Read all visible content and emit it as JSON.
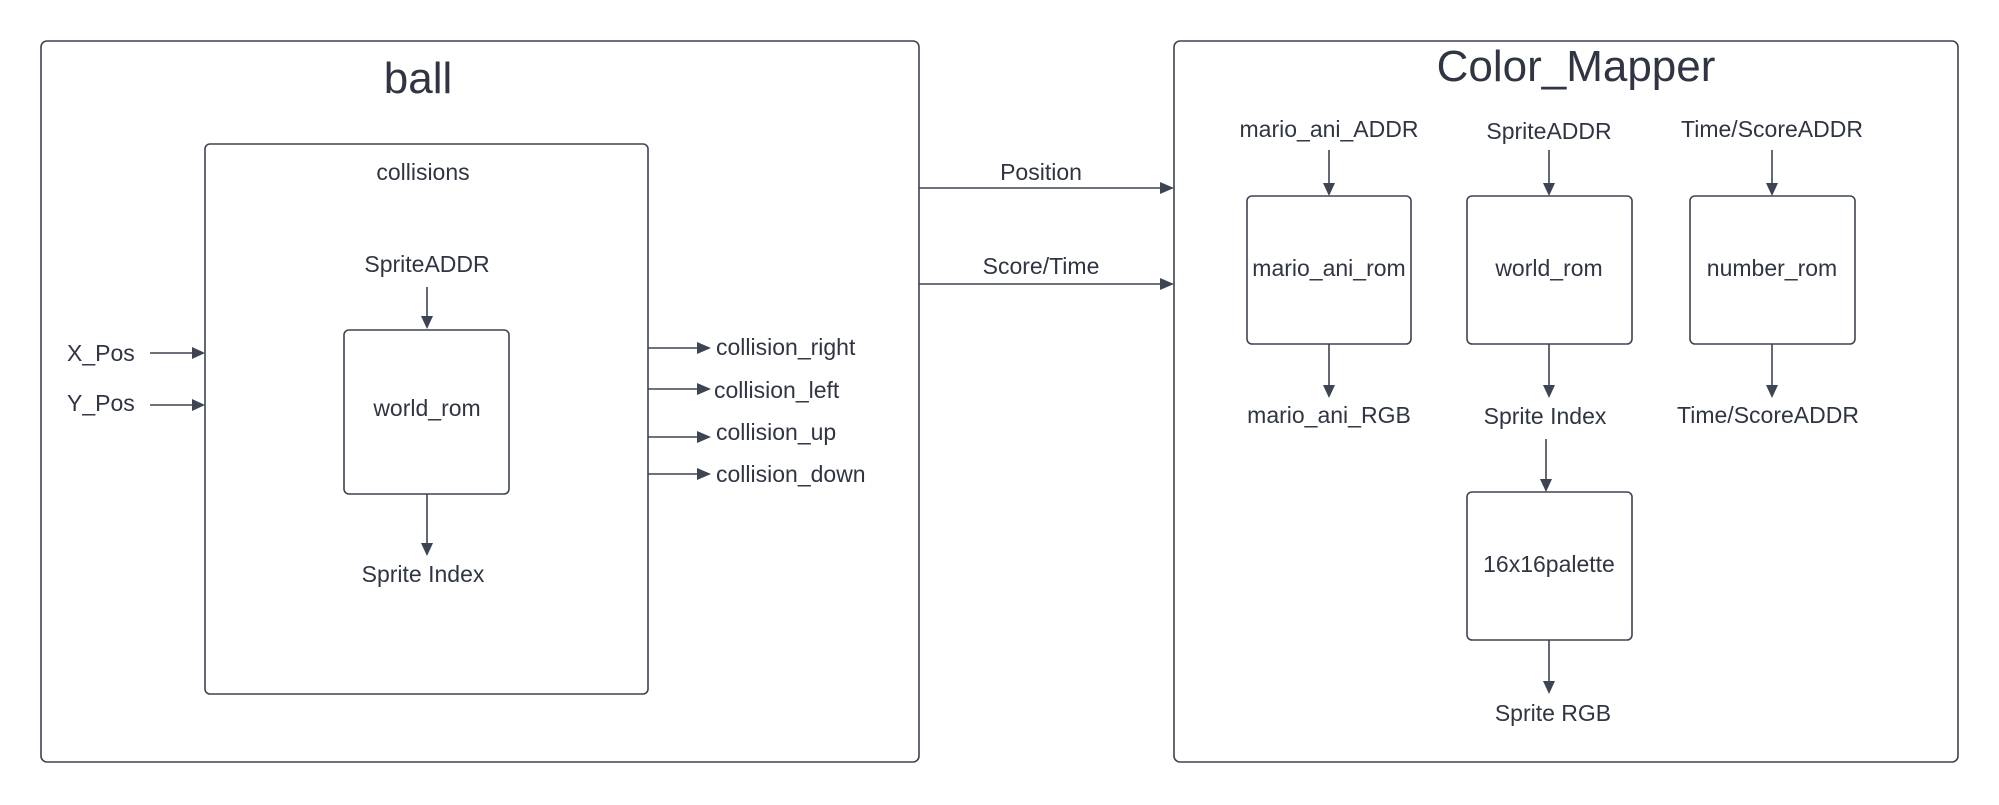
{
  "ball": {
    "title": "ball",
    "collisions": {
      "title": "collisions",
      "sprite_addr": "SpriteADDR",
      "rom": "world_rom",
      "sprite_index": "Sprite Index"
    },
    "inputs": [
      "X_Pos",
      "Y_Pos"
    ],
    "outputs": [
      "collision_right",
      "collision_left",
      "collision_up",
      "collision_down"
    ]
  },
  "connections": [
    "Position",
    "Score/Time"
  ],
  "color_mapper": {
    "title": "Color_Mapper",
    "columns": [
      {
        "input": "mario_ani_ADDR",
        "rom": "mario_ani_rom",
        "output": "mario_ani_RGB"
      },
      {
        "input": "SpriteADDR",
        "rom": "world_rom",
        "output": "Sprite Index"
      },
      {
        "input": "Time/ScoreADDR",
        "rom": "number_rom",
        "output": "Time/ScoreADDR"
      }
    ],
    "palette": {
      "rom": "16x16palette",
      "output": "Sprite RGB"
    }
  }
}
